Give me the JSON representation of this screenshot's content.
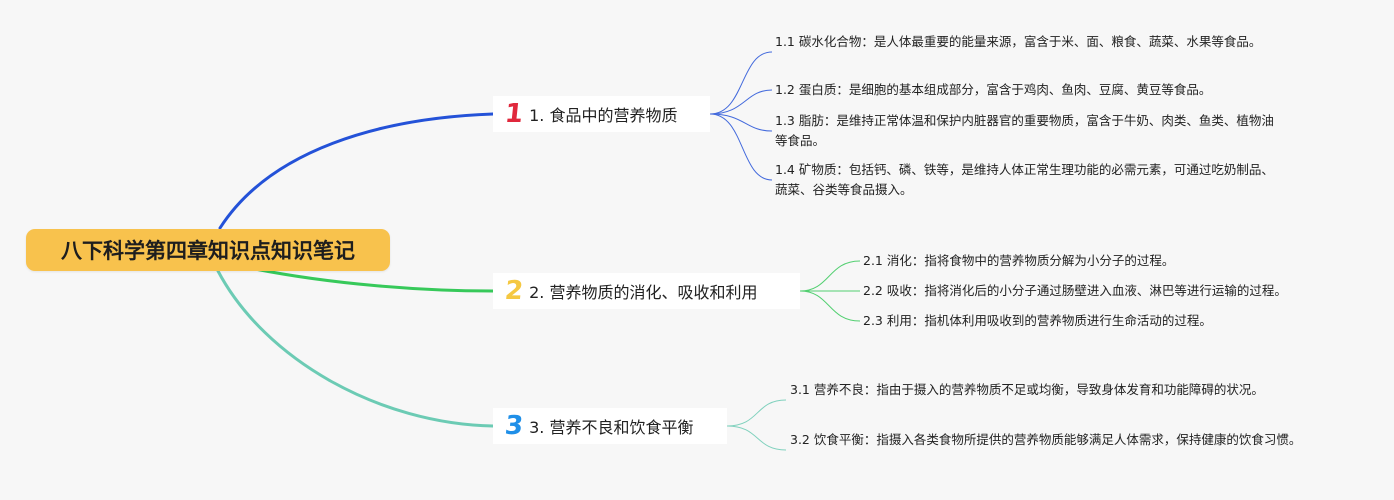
{
  "root": {
    "title": "八下科学第四章知识点知识笔记"
  },
  "branches": [
    {
      "number": "1",
      "label": "1. 食品中的营养物质",
      "color": "#2452d8",
      "children": [
        "1.1 碳水化合物：是人体最重要的能量来源，富含于米、面、粮食、蔬菜、水果等食品。",
        "1.2 蛋白质：是细胞的基本组成部分，富含于鸡肉、鱼肉、豆腐、黄豆等食品。",
        "1.3 脂肪：是维持正常体温和保护内脏器官的重要物质，富含于牛奶、肉类、鱼类、植物油等食品。",
        "1.4 矿物质：包括钙、磷、铁等，是维持人体正常生理功能的必需元素，可通过吃奶制品、蔬菜、谷类等食品摄入。"
      ]
    },
    {
      "number": "2",
      "label": "2. 营养物质的消化、吸收和利用",
      "color": "#37c95a",
      "children": [
        "2.1 消化：指将食物中的营养物质分解为小分子的过程。",
        "2.2 吸收：指将消化后的小分子通过肠壁进入血液、淋巴等进行运输的过程。",
        "2.3 利用：指机体利用吸收到的营养物质进行生命活动的过程。"
      ]
    },
    {
      "number": "3",
      "label": "3. 营养不良和饮食平衡",
      "color": "#6ccbb4",
      "children": [
        "3.1 营养不良：指由于摄入的营养物质不足或均衡，导致身体发育和功能障碍的状况。",
        "3.2 饮食平衡：指摄入各类食物所提供的营养物质能够满足人体需求，保持健康的饮食习惯。"
      ]
    }
  ]
}
